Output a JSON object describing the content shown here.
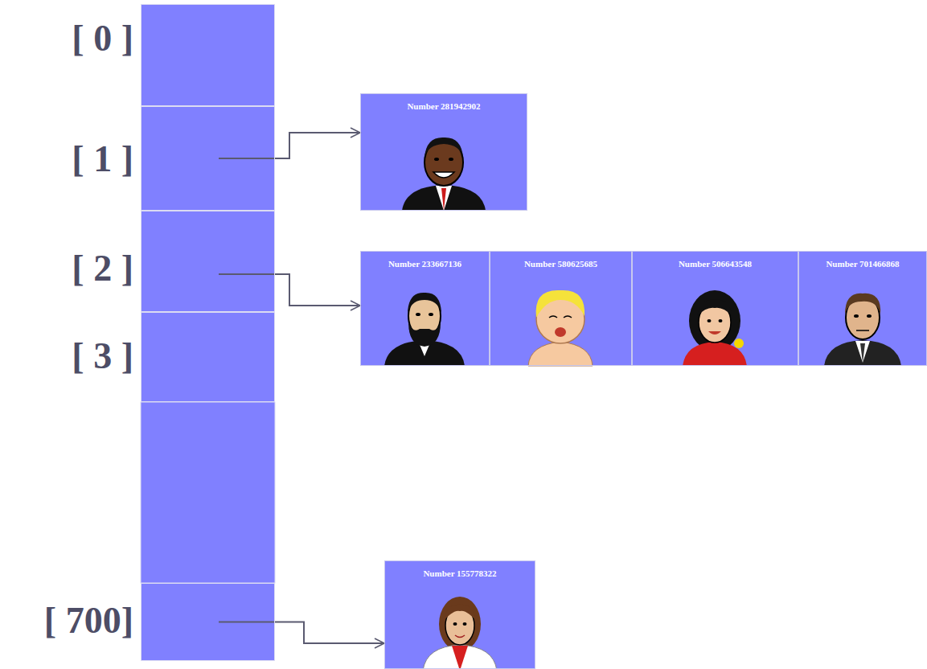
{
  "diagram": {
    "nodes": [
      {
        "text": [
          "[ 0 ]"
        ]
      },
      {
        "text": [
          "[ 1 ]"
        ]
      },
      {
        "text": [
          "[ 2 ]"
        ]
      },
      {
        "text": [
          "[ 3 ]"
        ]
      },
      {
        "text": [
          "[ 700]"
        ]
      },
      {
        "text": [
          "Number 281942902"
        ]
      },
      {
        "text": [
          "Number 233667136"
        ]
      },
      {
        "text": [
          "Number 580625685"
        ]
      },
      {
        "text": [
          "Number 506643548"
        ]
      },
      {
        "text": [
          "Number 701466868"
        ]
      },
      {
        "text": [
          "Number 155778322"
        ]
      }
    ],
    "edges": [
      {
        "from": 1,
        "to": 5,
        "arrow": "to"
      },
      {
        "from": 2,
        "to": 6,
        "arrow": "to"
      },
      {
        "from": 4,
        "to": 10,
        "arrow": "to"
      }
    ]
  }
}
